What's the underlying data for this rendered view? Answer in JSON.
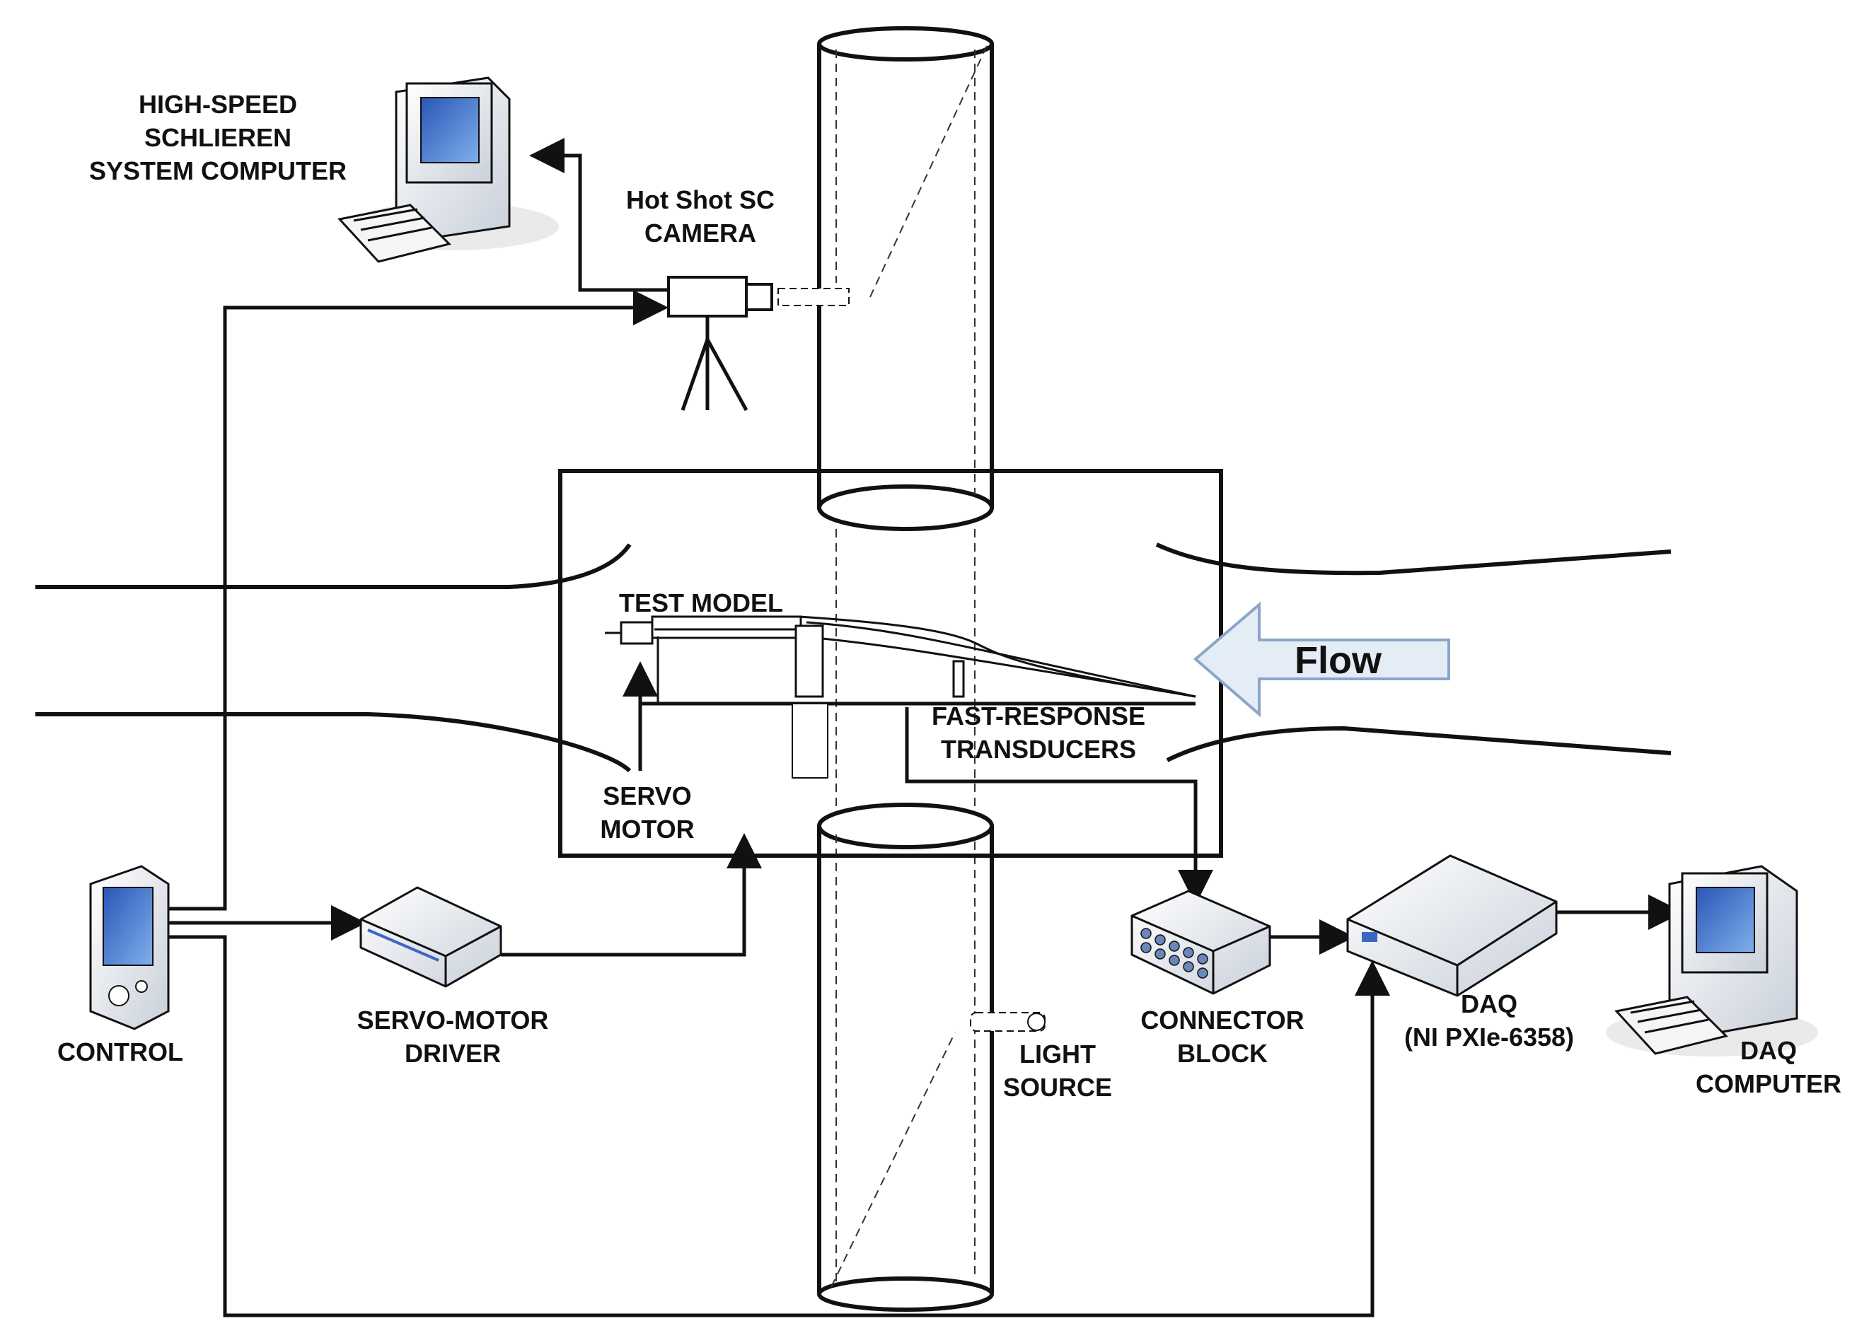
{
  "labels": {
    "schlieren_computer": [
      "HIGH-SPEED",
      "SCHLIEREN",
      "SYSTEM COMPUTER"
    ],
    "camera": [
      "Hot Shot SC",
      "CAMERA"
    ],
    "test_model": "TEST MODEL",
    "flow": "Flow",
    "transducers": [
      "FAST-RESPONSE",
      "TRANSDUCERS"
    ],
    "servo_motor": [
      "SERVO",
      "MOTOR"
    ],
    "control": "CONTROL",
    "servo_driver": [
      "SERVO-MOTOR",
      "DRIVER"
    ],
    "light_source": [
      "LIGHT",
      "SOURCE"
    ],
    "connector_block": [
      "CONNECTOR",
      "BLOCK"
    ],
    "daq": [
      "DAQ",
      "(NI PXIe-6358)"
    ],
    "daq_computer": [
      "DAQ",
      "COMPUTER"
    ]
  },
  "colors": {
    "line": "#111111",
    "device_fill": "#eef2f7",
    "device_screen": "#3b67c4",
    "flow_arrow_fill": "#e4ecf6",
    "flow_arrow_stroke": "#8aa6c8"
  }
}
